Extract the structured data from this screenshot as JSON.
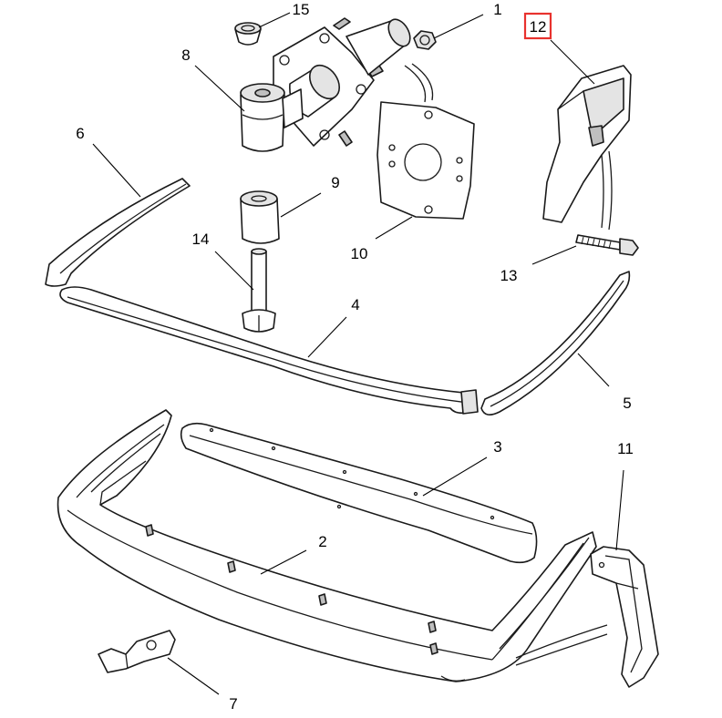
{
  "diagram": {
    "callouts": [
      {
        "id": "1",
        "label": "1",
        "highlighted": false
      },
      {
        "id": "2",
        "label": "2",
        "highlighted": false
      },
      {
        "id": "3",
        "label": "3",
        "highlighted": false
      },
      {
        "id": "4",
        "label": "4",
        "highlighted": false
      },
      {
        "id": "5",
        "label": "5",
        "highlighted": false
      },
      {
        "id": "6",
        "label": "6",
        "highlighted": false
      },
      {
        "id": "7",
        "label": "7",
        "highlighted": false
      },
      {
        "id": "8",
        "label": "8",
        "highlighted": false
      },
      {
        "id": "9",
        "label": "9",
        "highlighted": false
      },
      {
        "id": "10",
        "label": "10",
        "highlighted": false
      },
      {
        "id": "11",
        "label": "11",
        "highlighted": false
      },
      {
        "id": "12",
        "label": "12",
        "highlighted": true
      },
      {
        "id": "13",
        "label": "13",
        "highlighted": false
      },
      {
        "id": "14",
        "label": "14",
        "highlighted": false
      },
      {
        "id": "15",
        "label": "15",
        "highlighted": false
      }
    ],
    "highlight_color": "#e8322e"
  }
}
